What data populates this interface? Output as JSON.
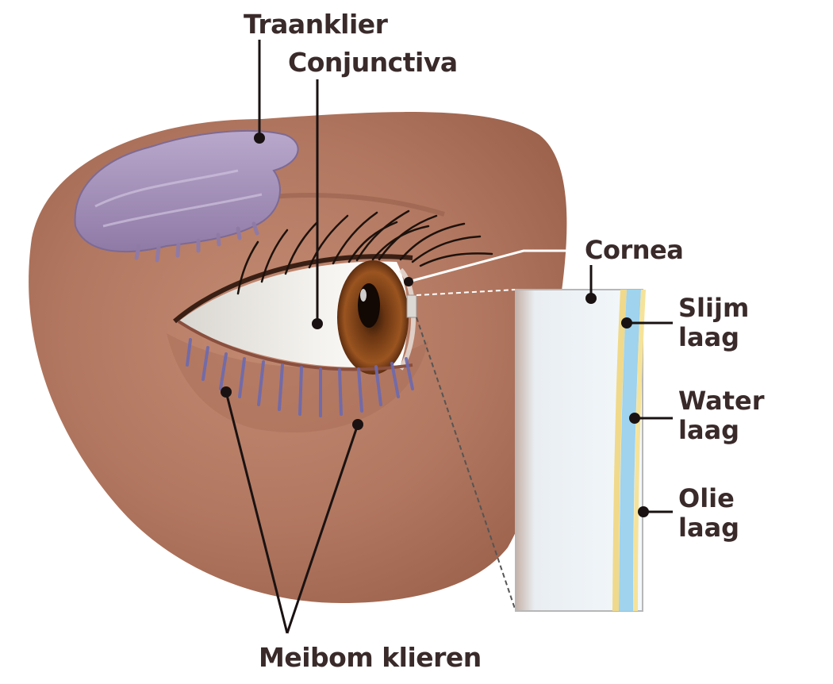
{
  "labels": {
    "traanklier": "Traanklier",
    "conjunctiva": "Conjunctiva",
    "cornea": "Cornea",
    "slijm_laag": {
      "line1": "Slijm",
      "line2": "laag"
    },
    "water_laag": {
      "line1": "Water",
      "line2": "laag"
    },
    "olie_laag": {
      "line1": "Olie",
      "line2": "laag"
    },
    "meibom_klieren": "Meibom klieren"
  },
  "colors": {
    "label_text": "#3a2a2a",
    "skin": "#b27760",
    "lacrimal_gland": "#a491b8",
    "iris": "#8a4a1e",
    "meibomian_glands": "#6c6ab0",
    "mucus_layer": "#f0d98a",
    "water_layer": "#9fd3ee",
    "oil_layer": "#f6e39a"
  }
}
